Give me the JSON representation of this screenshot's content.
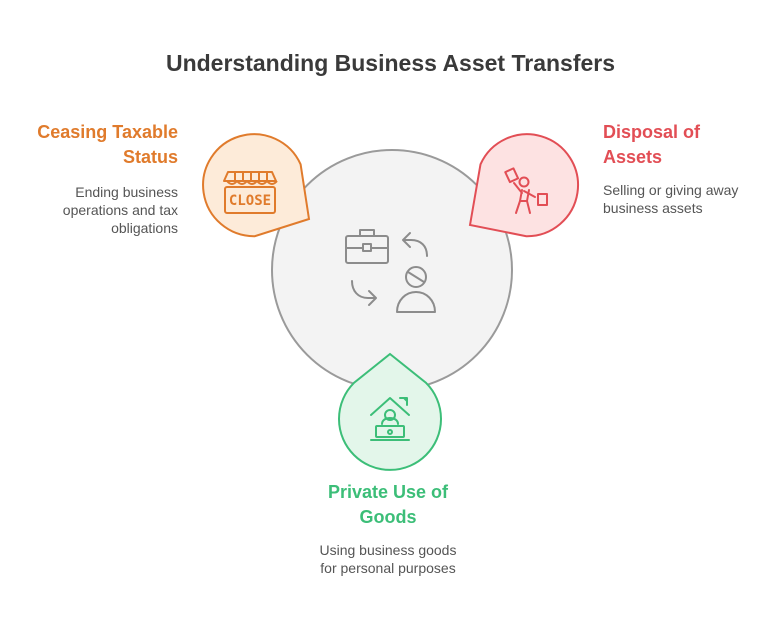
{
  "title": "Understanding Business Asset Transfers",
  "colors": {
    "orange": "#E07B2C",
    "orange_fill": "#FDEBD9",
    "red": "#E24E55",
    "red_fill": "#FDE2E2",
    "green": "#3CBE78",
    "green_fill": "#E3F6EA",
    "center_fill": "#F3F3F3",
    "center_stroke": "#9A9A9A"
  },
  "icons": {
    "center": [
      "briefcase-icon",
      "arrow-return-icon",
      "user-icon",
      "arrow-forward-icon"
    ],
    "ceasing": "closed-shop-sign-icon",
    "disposal": "person-throwing-items-icon",
    "private_use": "home-laptop-icon"
  },
  "items": [
    {
      "id": "ceasing",
      "heading": "Ceasing Taxable\nStatus",
      "description": "Ending business\noperations and tax\nobligations",
      "sign_text": "CLOSE"
    },
    {
      "id": "disposal",
      "heading": "Disposal of\nAssets",
      "description": "Selling or giving away\nbusiness assets"
    },
    {
      "id": "private_use",
      "heading": "Private Use of\nGoods",
      "description": "Using business goods\nfor personal purposes"
    }
  ]
}
